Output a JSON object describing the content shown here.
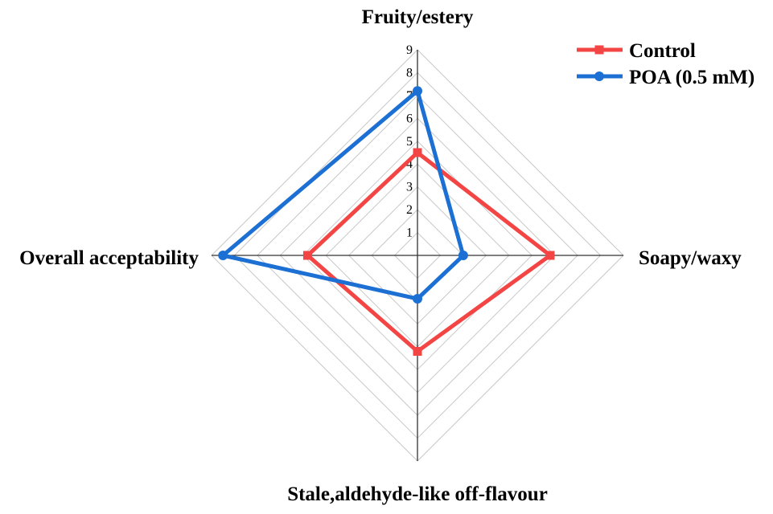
{
  "chart_data": {
    "type": "radar",
    "axes": [
      "Fruity/estery",
      "Soapy/waxy",
      "Stale,aldehyde-like off-flavour",
      "Overall acceptability"
    ],
    "rlim": [
      0,
      9
    ],
    "ticks": [
      1,
      2,
      3,
      4,
      5,
      6,
      7,
      8,
      9
    ],
    "grid": true,
    "legend_position": "top-right",
    "series": [
      {
        "name": "Control",
        "values": [
          4.5,
          5.8,
          4.2,
          4.8
        ],
        "color": "#f44545",
        "marker": "square"
      },
      {
        "name": "POA (0.5 mM)",
        "values": [
          7.2,
          2.0,
          1.9,
          8.5
        ],
        "color": "#1c6fd3",
        "marker": "circle"
      }
    ]
  }
}
